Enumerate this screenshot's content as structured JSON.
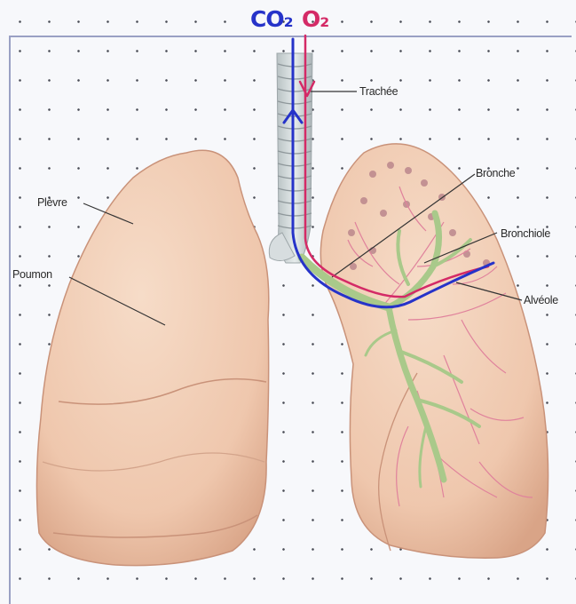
{
  "labels": {
    "trachee": "Trachée",
    "bronche": "Bronche",
    "bronchiole": "Bronchiole",
    "alveole": "Alvéole",
    "plevre": "Plèvre",
    "poumon": "Poumon"
  },
  "annotations": {
    "co2": "CO₂",
    "o2": "O₂"
  },
  "colors": {
    "co2_pen": "#2633c9",
    "o2_pen": "#d42a66",
    "lung_fill": "#efc9b1",
    "bronchi": "#a9c98a"
  }
}
